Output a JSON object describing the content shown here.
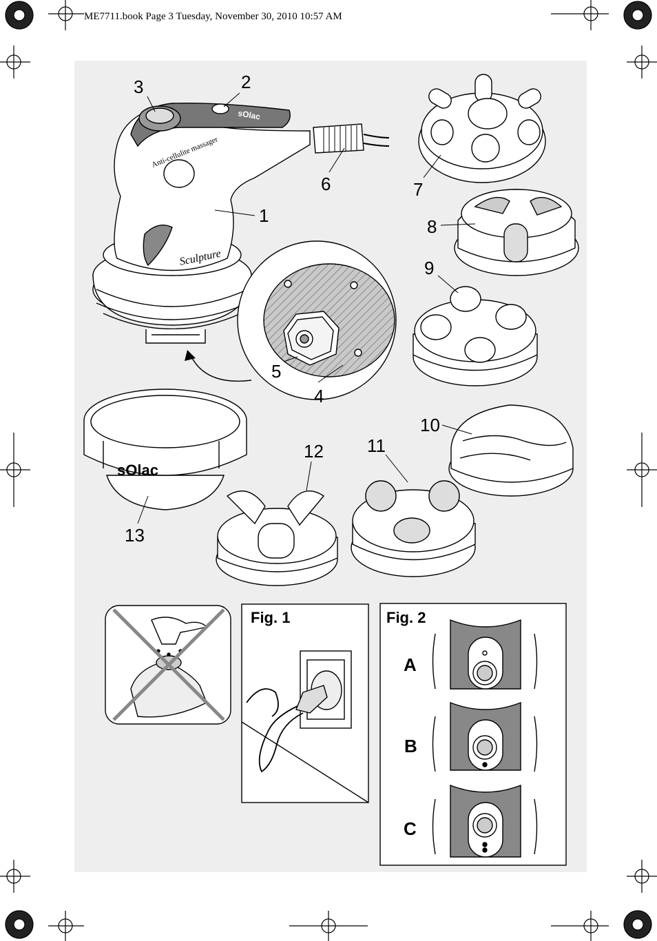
{
  "header": {
    "text": "ME7711.book  Page 3  Tuesday, November 30, 2010  10:57 AM"
  },
  "device": {
    "model_text": "Anti-cellulite massager",
    "brand_text": "sOlac",
    "script_text": "Sculpture"
  },
  "ring": {
    "brand_text": "sOlac"
  },
  "callouts": [
    "1",
    "2",
    "3",
    "4",
    "5",
    "6",
    "7",
    "8",
    "9",
    "10",
    "11",
    "12",
    "13"
  ],
  "fig1": {
    "label": "Fig. 1"
  },
  "fig2": {
    "label": "Fig. 2",
    "positions": [
      "A",
      "B",
      "C"
    ]
  },
  "colors": {
    "panel": "#eeeeee",
    "line": "#000000",
    "dark_gray": "#666666",
    "hatch": "#9a9a9a"
  }
}
